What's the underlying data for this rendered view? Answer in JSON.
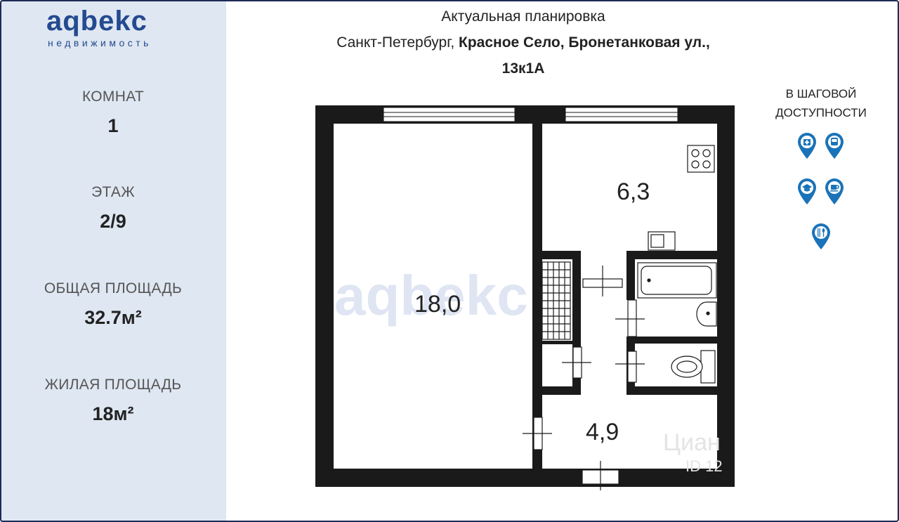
{
  "logo": {
    "main": "aqbekc",
    "sub": "недвижимость"
  },
  "stats": [
    {
      "label": "КОМНАТ",
      "value": "1"
    },
    {
      "label": "ЭТАЖ",
      "value": "2/9"
    },
    {
      "label": "ОБЩАЯ ПЛОЩАДЬ",
      "value": "32.7м²"
    },
    {
      "label": "ЖИЛАЯ ПЛОЩАДЬ",
      "value": "18м²"
    }
  ],
  "header": {
    "line1": "Актуальная планировка",
    "city": "Санкт-Петербург, ",
    "address_bold": "Красное Село, Бронетанковая ул.,",
    "house": "13к1А"
  },
  "walk": {
    "line1": "В ШАГОВОЙ",
    "line2": "ДОСТУПНОСТИ",
    "icons": [
      "hospital-icon",
      "bus-icon",
      "school-icon",
      "cafe-icon",
      "restaurant-icon"
    ]
  },
  "plan": {
    "room_main": "18,0",
    "kitchen": "6,3",
    "hall": "4,9"
  },
  "watermark": {
    "text": "Циан",
    "id": "ID 12"
  },
  "colors": {
    "sidebar": "#dfe7f2",
    "brand": "#244a8f",
    "pin": "#1a73b8",
    "wall": "#1a1a1a"
  }
}
